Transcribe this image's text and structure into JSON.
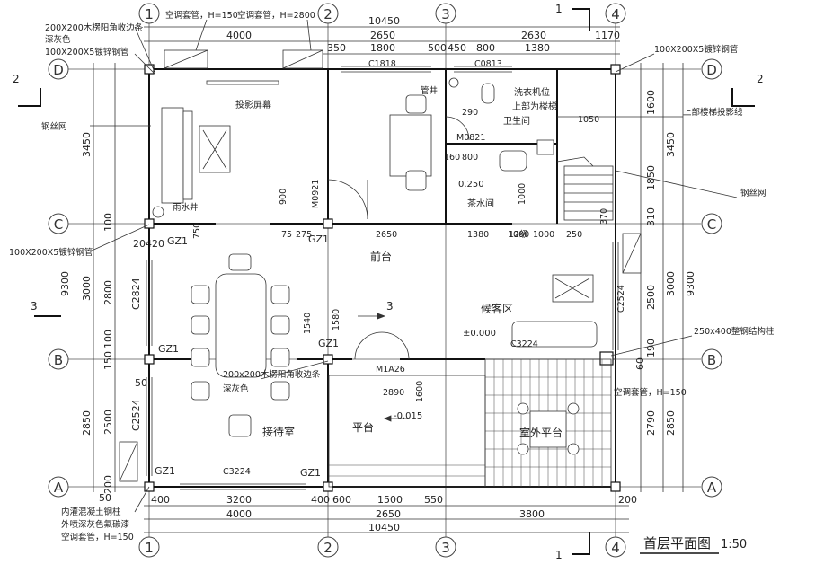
{
  "title": "首层平面图",
  "scale": "1:50",
  "axes": {
    "columns": [
      "1",
      "2",
      "3",
      "4"
    ],
    "rows": [
      "D",
      "C",
      "B",
      "A"
    ]
  },
  "dims": {
    "top_total": "10450",
    "top_sub": [
      "4000",
      "2650",
      "2630",
      "1170"
    ],
    "top_detail": [
      "350",
      "1800",
      "500",
      "450",
      "800",
      "1380"
    ],
    "bottom_detail": [
      "400",
      "3200",
      "400",
      "600",
      "1500",
      "550",
      "200"
    ],
    "bottom_sub": [
      "4000",
      "2650",
      "3800"
    ],
    "bottom_total": "10450",
    "left_outer": [
      "3450",
      "9300",
      "3000",
      "2850"
    ],
    "left_inner": [
      "100",
      "2800",
      "150",
      "100",
      "2500",
      "200"
    ],
    "left_misc": [
      "50",
      "50",
      "20",
      "420",
      "C2824",
      "C2524"
    ],
    "right_inner": [
      "1600",
      "1850",
      "310",
      "2500",
      "190",
      "2790",
      "60"
    ],
    "right_outer": [
      "3450",
      "3000",
      "9300",
      "2850"
    ],
    "interior": [
      "C1818",
      "C0813",
      "M0821",
      "M0921",
      "M1A26",
      "C2524",
      "C3224",
      "C3224",
      "290",
      "800",
      "160",
      "1000",
      "1050",
      "370",
      "2650",
      "1380",
      "1000",
      "250",
      "900",
      "75",
      "275",
      "1540",
      "1580",
      "2890",
      "1600",
      "1000",
      "750",
      "12级"
    ]
  },
  "notes": {
    "tl1": "空调套管，H=150",
    "tl2": "空调套管，H=2800",
    "tl3": "200X200木楞阳角收边条",
    "tl4": "深灰色",
    "tl5": "100X200X5镀锌钢管",
    "left_steel": "钢丝网",
    "left_pipe": "100X200X5镀锌钢管",
    "right_pipe": "100X200X5镀锌钢管",
    "right_stair": "上部楼梯投影线",
    "right_steel": "钢丝网",
    "right_column": "250x400整钢结构柱",
    "right_ac": "空调套管，H=150",
    "mid_edge": "200x200木楞阳角收边条",
    "mid_color": "深灰色",
    "bl1": "内灌混凝土钢柱",
    "bl2": "外喷深灰色氟碳漆",
    "bl3": "空调套管，H=150"
  },
  "rooms": {
    "screen": "投影屏幕",
    "laundry": "洗衣机位",
    "laundry2": "上部为楼梯",
    "wc": "卫生间",
    "tea": "茶水间",
    "tea_level": "0.250",
    "front": "前台",
    "waiting": "候客区",
    "reception": "接待室",
    "platform": "平台",
    "platform_level": "-0.015",
    "outdoor": "室外平台",
    "zero": "±0.000",
    "water": "雨水井",
    "well": "管井"
  },
  "section_marks": [
    "1",
    "1",
    "2",
    "2",
    "3",
    "3"
  ],
  "column_tags": [
    "GZ1",
    "GZ1",
    "GZ1",
    "GZ1",
    "GZ1",
    "GZ1"
  ]
}
